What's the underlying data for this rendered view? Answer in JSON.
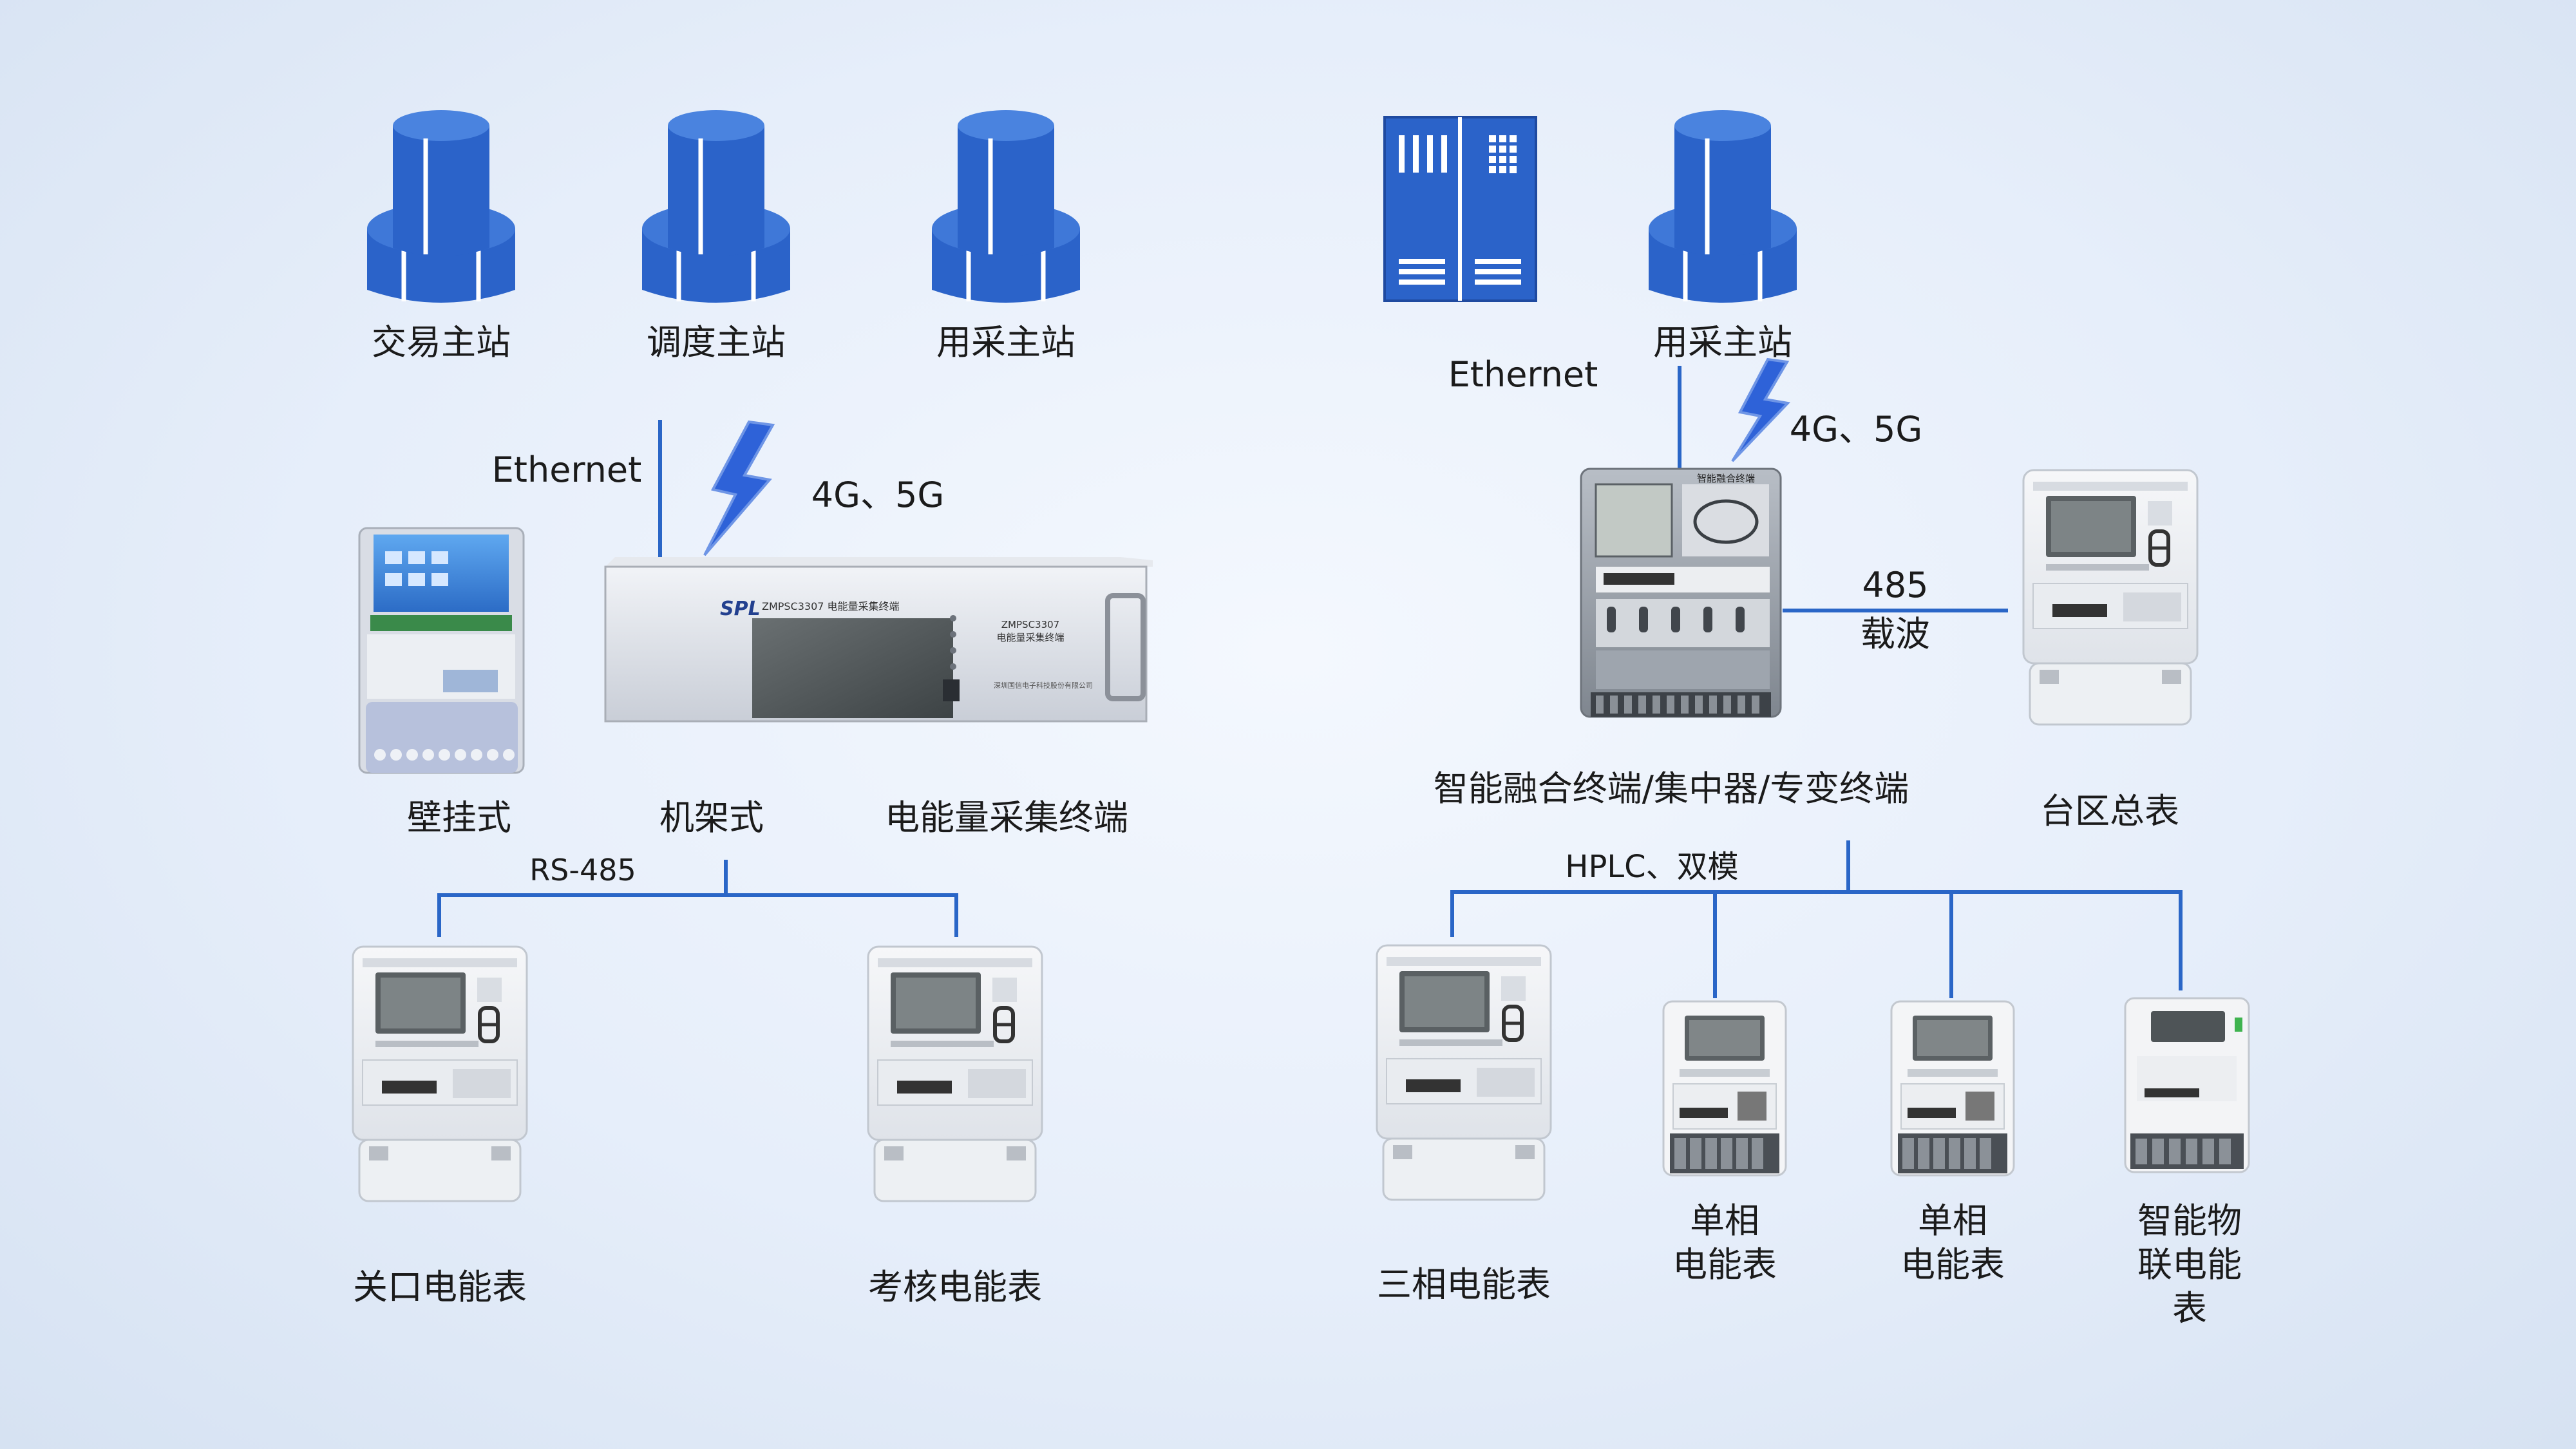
{
  "masters": {
    "trade": "交易主站",
    "dispatch": "调度主站",
    "collect_left": "用采主站",
    "collect_right": "用采主站"
  },
  "left": {
    "ethernet": "Ethernet",
    "wireless": "4G、5G",
    "wall_mounted": "壁挂式",
    "rack_mounted": "机架式",
    "terminal": "电能量采集终端",
    "rs485": "RS-485",
    "gateway_meter": "关口电能表",
    "assessment_meter": "考核电能表",
    "rack_device": {
      "brand": "SPL",
      "model_title": "ZMPSC3307  电能量采集终端",
      "right_model": "ZMPSC3307",
      "right_title": "电能量采集终端",
      "company": "深圳国信电子科技股份有限公司"
    }
  },
  "right": {
    "ethernet": "Ethernet",
    "wireless": "4G、5G",
    "fusion_terminal": "智能融合终端/集中器/专变终端",
    "link_485": "485",
    "link_carrier": "载波",
    "area_meter": "台区总表",
    "hplc": "HPLC、双模",
    "three_phase": "三相电能表",
    "single_phase_1": [
      "单相",
      "电能表"
    ],
    "single_phase_2": [
      "单相",
      "电能表"
    ],
    "iot_meter": [
      "智能物",
      "联电能",
      "表"
    ],
    "fusion_device": {
      "title": "智能融合终端"
    }
  },
  "colors": {
    "accent_blue": "#2b63c9",
    "line_blue": "#2a66c7",
    "lightning": "#2e62d8"
  }
}
